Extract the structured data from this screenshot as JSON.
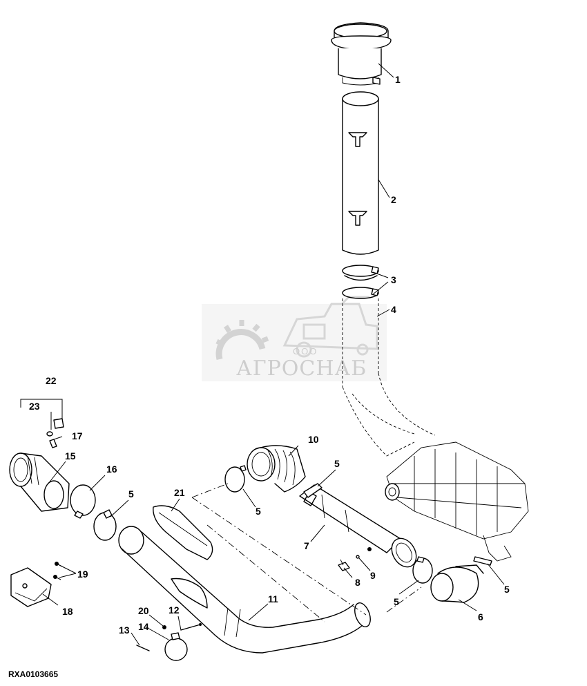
{
  "watermark": {
    "text": "АГРОСНАБ",
    "prefix": "ООО"
  },
  "image_code": "RXA0103665",
  "callouts": {
    "c1": "1",
    "c2": "2",
    "c3": "3",
    "c4": "4",
    "c5a": "5",
    "c5b": "5",
    "c5c": "5",
    "c5d": "5",
    "c5e": "5",
    "c6": "6",
    "c7": "7",
    "c8": "8",
    "c9": "9",
    "c10": "10",
    "c11": "11",
    "c12": "12",
    "c13": "13",
    "c14": "14",
    "c15": "15",
    "c16": "16",
    "c17": "17",
    "c18": "18",
    "c19": "19",
    "c20": "20",
    "c21": "21",
    "c22": "22",
    "c23": "23"
  }
}
